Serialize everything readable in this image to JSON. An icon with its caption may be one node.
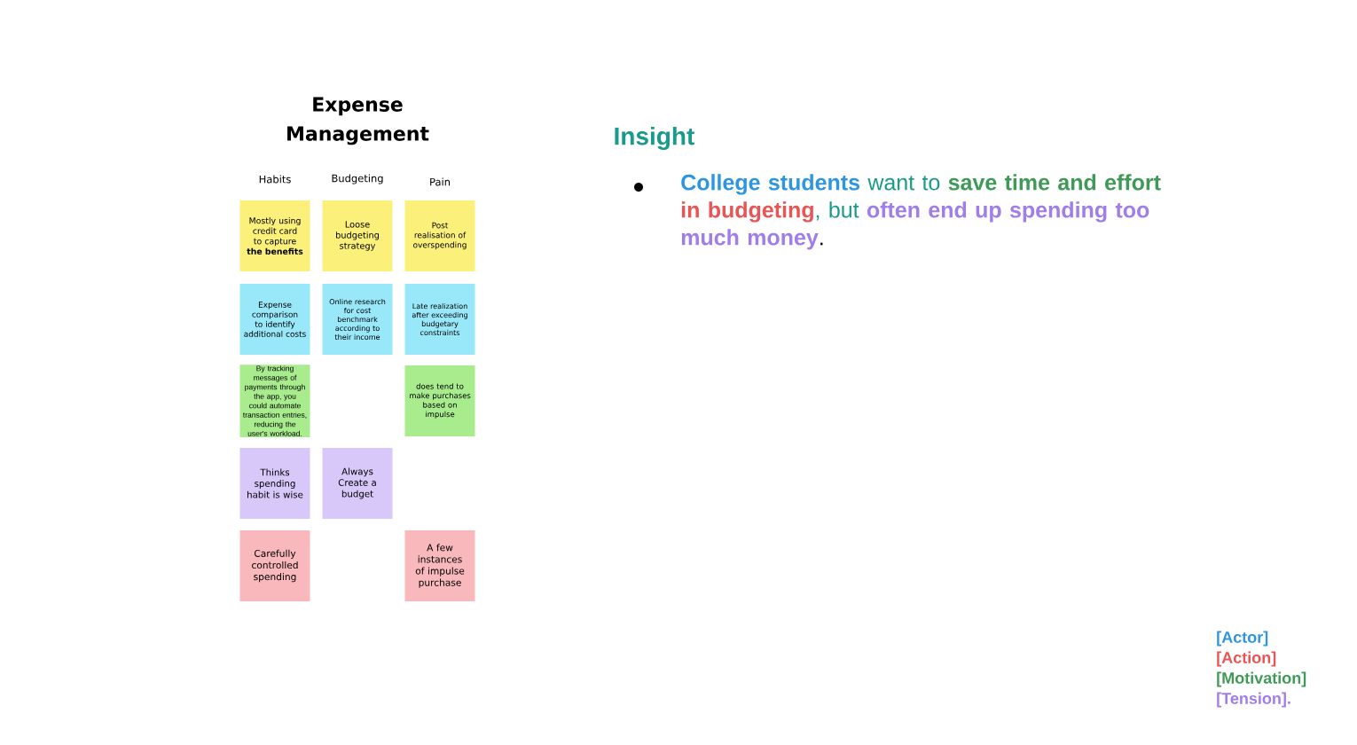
{
  "diagram": {
    "title": "Expense Management",
    "nodes": [
      {
        "text": [
          "Mostly using credit card to capture **the benefits**"
        ]
      },
      {
        "text": [
          "Loose budgeting strategy"
        ]
      },
      {
        "text": [
          "Post realisation of overspending"
        ]
      },
      {
        "text": [
          "Expense comparison to identify additional costs"
        ]
      },
      {
        "text": [
          "Online research for cost benchmark according to their income"
        ]
      },
      {
        "text": [
          "Late realization after exceeding budgetary constraints"
        ]
      },
      {
        "text": [
          "By tracking messages of payments through the app, you could automate transaction entries, reducing the user's workload."
        ]
      },
      {
        "text": [
          "does tend to make purchases based on impulse"
        ]
      },
      {
        "text": [
          "Thinks spending habit is wise"
        ]
      },
      {
        "text": [
          "Always Create a budget"
        ]
      },
      {
        "text": [
          "Carefully controlled spending"
        ]
      },
      {
        "text": [
          "A few instances of impulse purchase"
        ]
      }
    ],
    "labels": [
      "Habits",
      "Budgeting",
      "Pain",
      "Insight",
      "College students",
      "want to",
      "save time and effort",
      "in budgeting",
      ", but",
      "often end up spending too much money",
      "."
    ],
    "legend": [
      {
        "text": "[Actor]",
        "color": "#2e96e0"
      },
      {
        "text": "[Action]",
        "color": "#e85555"
      },
      {
        "text": "[Motivation]",
        "color": "#3f9a57"
      },
      {
        "text": "[Tension].",
        "color": "#a07de8"
      }
    ]
  }
}
